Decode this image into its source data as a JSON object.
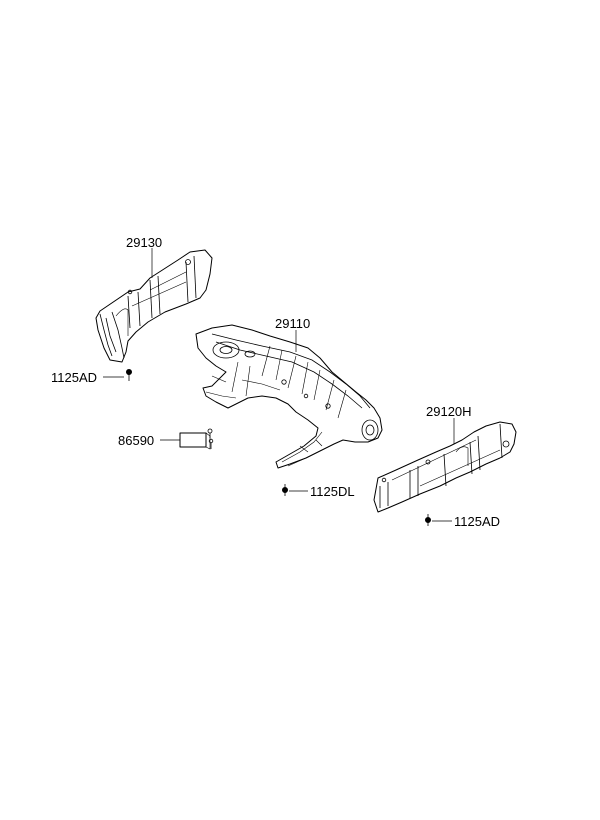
{
  "callouts": {
    "p29130": "29130",
    "p29110": "29110",
    "p29120h": "29120H",
    "p1125ad_left": "1125AD",
    "p86590": "86590",
    "p1125dl": "1125DL",
    "p1125ad_right": "1125AD"
  },
  "colors": {
    "line": "#000000",
    "background": "#ffffff"
  }
}
